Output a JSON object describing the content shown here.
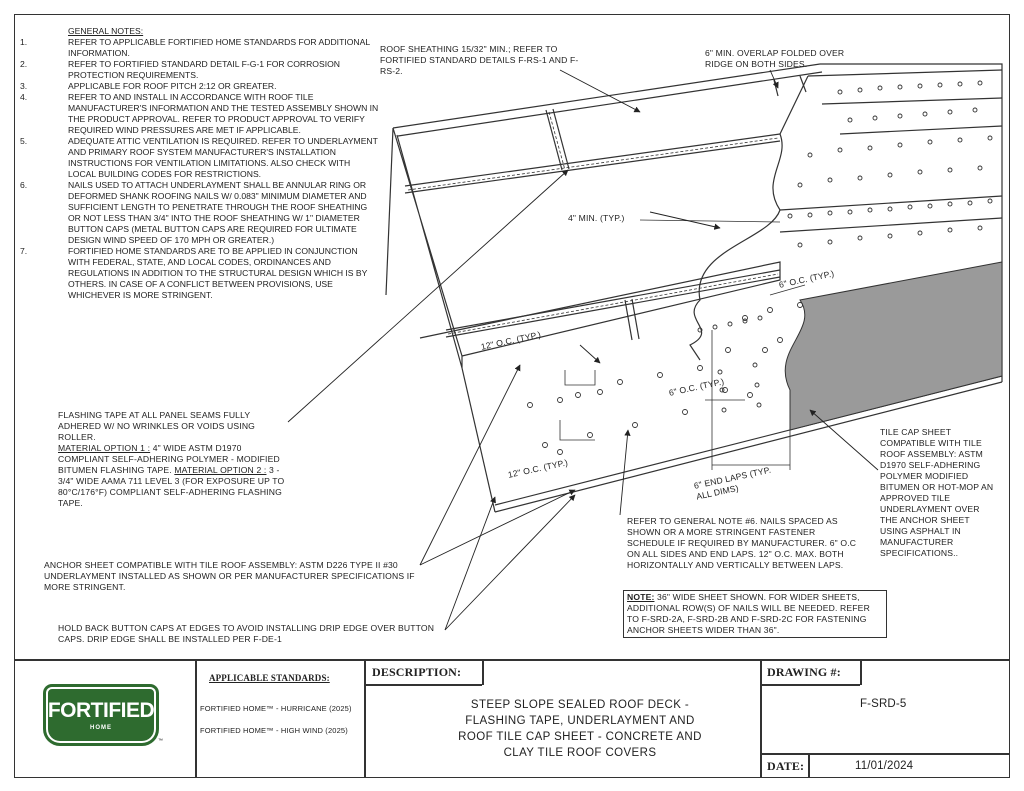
{
  "general_notes": {
    "title": "GENERAL NOTES:",
    "items": [
      {
        "num": "1.",
        "text": "REFER TO APPLICABLE FORTIFIED HOME STANDARDS FOR ADDITIONAL INFORMATION."
      },
      {
        "num": "2.",
        "text": "REFER TO FORTIFIED STANDARD DETAIL F-G-1 FOR CORROSION PROTECTION REQUIREMENTS."
      },
      {
        "num": "3.",
        "text": "APPLICABLE FOR ROOF PITCH 2:12 OR GREATER."
      },
      {
        "num": "4.",
        "text": "REFER TO AND INSTALL IN ACCORDANCE WITH ROOF TILE MANUFACTURER'S INFORMATION AND THE TESTED ASSEMBLY SHOWN IN THE PRODUCT APPROVAL. REFER TO PRODUCT APPROVAL TO VERIFY REQUIRED WIND PRESSURES ARE MET IF APPLICABLE."
      },
      {
        "num": "5.",
        "text": "ADEQUATE ATTIC VENTILATION IS REQUIRED. REFER TO UNDERLAYMENT AND PRIMARY ROOF SYSTEM MANUFACTURER'S INSTALLATION INSTRUCTIONS FOR VENTILATION LIMITATIONS. ALSO CHECK WITH LOCAL BUILDING CODES FOR RESTRICTIONS."
      },
      {
        "num": "6.",
        "text": "NAILS USED TO ATTACH UNDERLAYMENT SHALL BE ANNULAR RING OR DEFORMED SHANK ROOFING NAILS W/ 0.083\" MINIMUM DIAMETER AND SUFFICIENT LENGTH TO PENETRATE THROUGH THE ROOF SHEATHING OR NOT LESS THAN 3/4\" INTO THE ROOF SHEATHING W/ 1\" DIAMETER BUTTON CAPS (METAL BUTTON CAPS ARE REQUIRED FOR ULTIMATE DESIGN WIND SPEED OF 170 MPH OR GREATER.)"
      },
      {
        "num": "7.",
        "text": "FORTIFIED HOME STANDARDS ARE TO BE APPLIED IN CONJUNCTION WITH FEDERAL, STATE, AND LOCAL CODES, ORDINANCES AND REGULATIONS IN ADDITION TO THE STRUCTURAL DESIGN WHICH IS BY OTHERS. IN CASE OF A CONFLICT BETWEEN PROVISIONS, USE WHICHEVER IS MORE STRINGENT."
      }
    ]
  },
  "callouts": {
    "sheathing": "ROOF SHEATHING 15/32\" MIN.; REFER TO FORTIFIED STANDARD DETAILS F-RS-1 AND F-RS-2.",
    "overlap": "6\" MIN. OVERLAP FOLDED OVER RIDGE ON BOTH SIDES.",
    "min4": "4\" MIN. (TYP.)",
    "oc6_top": "6\" O.C. (TYP.)",
    "oc12_top": "12\" O.C. (TYP.)",
    "oc6_mid": "6\" O.C. (TYP.)",
    "oc12_bottom": "12\" O.C. (TYP.)",
    "end_laps": "6\" END LAPS (TYP. ALL DIMS)",
    "flashing_tape": {
      "intro": "FLASHING TAPE AT ALL PANEL SEAMS FULLY ADHERED W/ NO WRINKLES OR VOIDS USING ROLLER.",
      "opt1_label": "MATERIAL OPTION 1 :",
      "opt1_text": "4\" WIDE ASTM D1970 COMPLIANT SELF-ADHERING POLYMER - MODIFIED BITUMEN FLASHING TAPE.",
      "opt2_label": "MATERIAL OPTION 2 :",
      "opt2_text": "3 - 3/4\" WIDE AAMA 711 LEVEL 3 (FOR EXPOSURE UP TO 80°C/176°F) COMPLIANT SELF-ADHERING FLASHING TAPE."
    },
    "anchor_sheet": "ANCHOR SHEET COMPATIBLE WITH TILE ROOF ASSEMBLY: ASTM D226 TYPE II #30 UNDERLAYMENT INSTALLED AS SHOWN OR PER MANUFACTURER SPECIFICATIONS IF MORE STRINGENT.",
    "hold_back": "HOLD BACK BUTTON CAPS AT EDGES TO AVOID INSTALLING DRIP EDGE OVER BUTTON CAPS. DRIP EDGE SHALL BE INSTALLED PER F-DE-1",
    "refer_note6": "REFER TO GENERAL NOTE #6. NAILS SPACED AS SHOWN OR A MORE STRINGENT FASTENER SCHEDULE IF REQUIRED BY MANUFACTURER. 6\" O.C ON ALL SIDES AND END LAPS. 12\" O.C. MAX. BOTH HORIZONTALLY AND VERTICALLY BETWEEN LAPS.",
    "note_label": "NOTE:",
    "note_text": "36\" WIDE SHEET SHOWN. FOR WIDER SHEETS, ADDITIONAL ROW(S) OF NAILS WILL BE NEEDED. REFER TO F-SRD-2A, F-SRD-2B AND F-SRD-2C FOR FASTENING ANCHOR SHEETS WIDER THAN 36\".",
    "tile_cap": "TILE CAP SHEET COMPATIBLE WITH TILE ROOF ASSEMBLY: ASTM D1970 SELF-ADHERING POLYMER MODIFIED BITUMEN OR HOT-MOP AN APPROVED TILE UNDERLAYMENT OVER THE ANCHOR SHEET USING ASPHALT IN MANUFACTURER SPECIFICATIONS.."
  },
  "title_block": {
    "logo_main": "FORTIFIED",
    "logo_sub": "HOME",
    "trademark": "™",
    "standards_label": "APPLICABLE STANDARDS:",
    "standards": [
      "FORTIFIED HOME™ - HURRICANE (2025)",
      "FORTIFIED HOME™ - HIGH WIND (2025)"
    ],
    "description_label": "DESCRIPTION:",
    "description_lines": [
      "STEEP SLOPE SEALED ROOF DECK -",
      "FLASHING TAPE, UNDERLAYMENT AND",
      "ROOF TILE CAP SHEET - CONCRETE AND",
      "CLAY TILE ROOF COVERS"
    ],
    "drawing_label": "DRAWING #:",
    "drawing_number": "F-SRD-5",
    "date_label": "DATE:",
    "date_value": "11/01/2024"
  },
  "colors": {
    "line": "#333333",
    "cap_sheet_fill": "#9a9a9a",
    "logo_green": "#2e6b2f"
  }
}
